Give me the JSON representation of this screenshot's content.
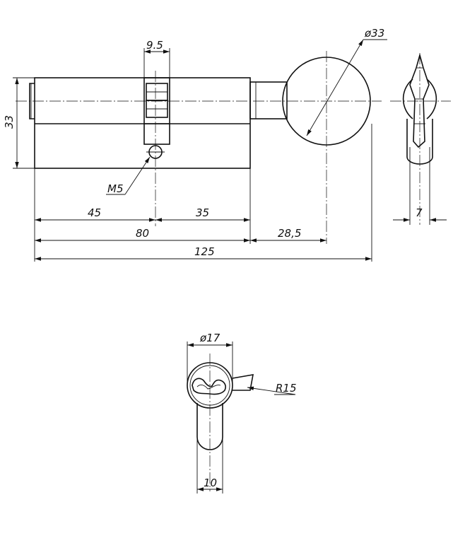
{
  "drawing": {
    "main_view": {
      "body_height": "33",
      "cam_width": "9.5",
      "screw": "M5",
      "knob_diameter": "ø33",
      "dim_left": "45",
      "dim_mid": "35",
      "dim_total_body": "80",
      "dim_knob_offset": "28,5",
      "dim_overall": "125"
    },
    "side_view": {
      "cam_thickness": "7"
    },
    "end_view": {
      "plug_diameter": "ø17",
      "cam_radius": "R15",
      "profile_width": "10"
    }
  }
}
